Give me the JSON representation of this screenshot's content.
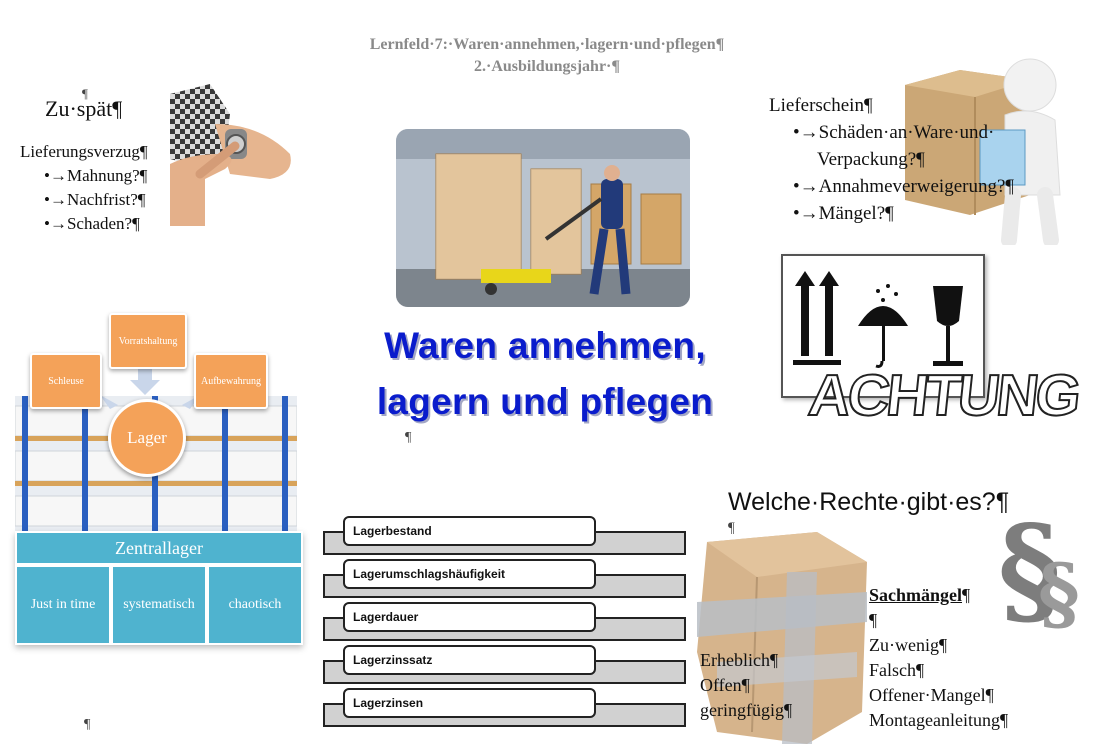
{
  "header": {
    "line1": "Lernfeld·7:·Waren·annehmen,·lagern·und·pflegen¶",
    "line2": "2.·Ausbildungsjahr·¶"
  },
  "zuspaet": {
    "pilcrow_above": "¶",
    "title": "Zu·spät¶",
    "lead": "Lieferungsverzug¶",
    "items": [
      "•→Mahnung?¶",
      "•→Nachfrist?¶",
      "•→Schaden?¶"
    ]
  },
  "center": {
    "title_line1": "Waren annehmen,",
    "title_line2": "lagern und pflegen",
    "pilcrow": "¶"
  },
  "lieferschein": {
    "title": "Lieferschein¶",
    "items": [
      {
        "line1": "•→Schäden·an·Ware·und·",
        "line2": "Verpackung?¶"
      },
      {
        "line1": "•→Annahmeverweigerung?¶"
      },
      {
        "line1": "•→Mängel?¶"
      }
    ]
  },
  "achtung": {
    "label": "ACHTUNG"
  },
  "smartart": {
    "top": "Vorratshaltung",
    "left": "Schleuse",
    "right": "Aufbewahrung",
    "center": "Lager"
  },
  "zentrallager": {
    "title": "Zentrallager",
    "cells": [
      "Just in time",
      "systematisch",
      "chaotisch"
    ]
  },
  "lagerliste": [
    "Lagerbestand",
    "Lagerumschlagshäufigkeit",
    "Lagerdauer",
    "Lagerzinssatz",
    "Lagerzinsen"
  ],
  "rechte": {
    "question": "Welche·Rechte·gibt·es?¶",
    "pilcrow": "¶",
    "left_items": [
      "Erheblich¶",
      "Offen¶",
      "geringfügig¶"
    ],
    "sach_title": "Sachmängel",
    "sach_pilcrow": "¶",
    "sach_items": [
      "¶",
      "Zu·wenig¶",
      "Falsch¶",
      "Offener·Mangel¶",
      "Montageanleitung¶"
    ]
  },
  "footer_pilcrow": "¶",
  "colors": {
    "title_blue": "#0a1ccc",
    "orange": "#f4a259",
    "teal": "#4fb3cf",
    "header_gray": "#8a8a8a"
  }
}
